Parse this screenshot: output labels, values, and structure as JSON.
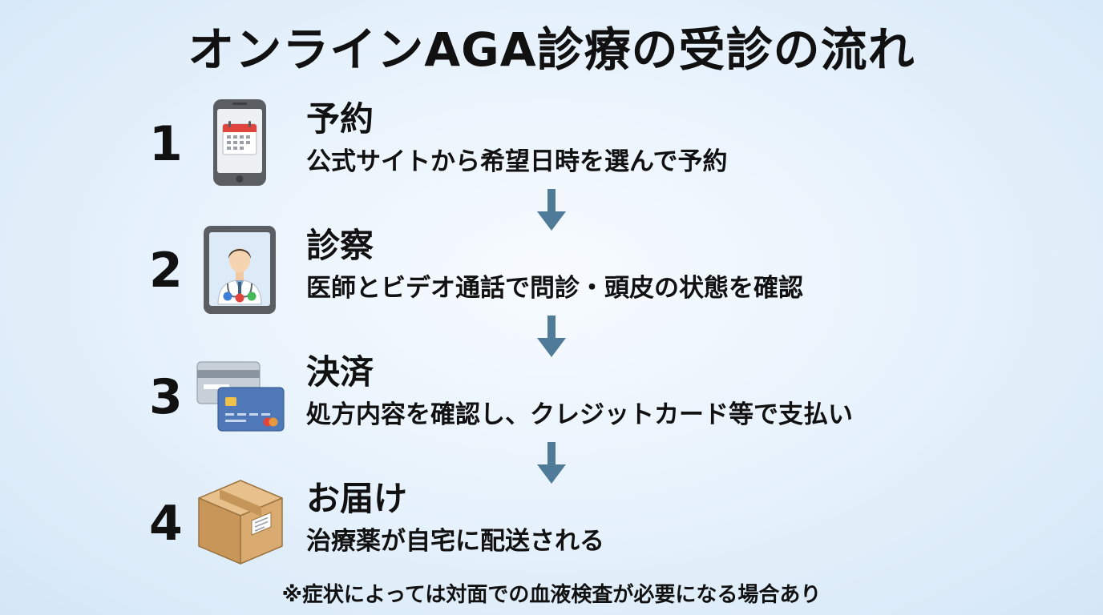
{
  "title": "オンラインAGA診療の受診の流れ",
  "steps": [
    {
      "number": "1",
      "heading": "予約",
      "description": "公式サイトから希望日時を選んで予約",
      "icon": "smartphone-calendar-icon"
    },
    {
      "number": "2",
      "heading": "診察",
      "description": "医師とビデオ通話で問診・頭皮の状態を確認",
      "icon": "tablet-doctor-video-call-icon"
    },
    {
      "number": "3",
      "heading": "決済",
      "description": "処方内容を確認し、クレジットカード等で支払い",
      "icon": "credit-cards-icon"
    },
    {
      "number": "4",
      "heading": "お届け",
      "description": "治療薬が自宅に配送される",
      "icon": "cardboard-box-icon"
    }
  ],
  "footnote": "※症状によっては対面での血液検査が必要になる場合あり",
  "colors": {
    "arrow": "#4f7a98",
    "device_frame": "#5a5e63",
    "calendar_red": "#e0453d",
    "doctor_coat": "#ffffff",
    "card_front": "#4f78b8",
    "card_chip": "#f1c24a",
    "box": "#d4a66c"
  }
}
